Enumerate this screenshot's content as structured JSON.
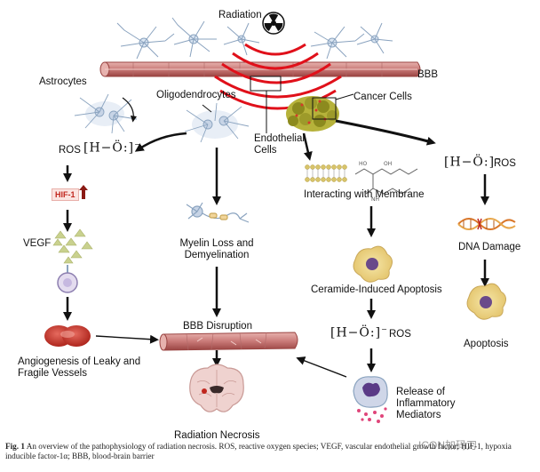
{
  "labels": {
    "radiation": "Radiation",
    "bbb": "BBB",
    "astrocytes": "Astrocytes",
    "oligodendrocytes": "Oligodendrocytes",
    "cancer_cells": "Cancer Cells",
    "endothelial_cells": "Endothelial Cells",
    "ros_left": "ROS",
    "hif1": "HIF-1",
    "vegf": "VEGF",
    "angiogenesis": "Angiogenesis of Leaky and Fragile Vessels",
    "myelin_loss": "Myelin Loss and Demyelination",
    "interacting_membrane": "Interacting with Membrane",
    "ceramide_apoptosis": "Ceramide-Induced Apoptosis",
    "ros_mid": "ROS",
    "release_mediators": "Release of Inflammatory Mediators",
    "ros_right": "ROS",
    "dna_damage": "DNA Damage",
    "apoptosis": "Apoptosis",
    "bbb_disruption": "BBB Disruption",
    "radiation_necrosis": "Radiation Necrosis"
  },
  "formula": {
    "text": "[H−Ö:]",
    "charge": "−"
  },
  "caption": {
    "fig": "Fig. 1",
    "text": "An overview of the pathophysiology of radiation necrosis. ROS, reactive oxygen species; VEGF, vascular endothelial growth factor; HIF-1, hypoxia inducible factor-1α; BBB, blood-brain barrier"
  },
  "watermark": "ICON加码刀",
  "colors": {
    "vessel": "#c97a78",
    "vessel_dark": "#9a4442",
    "radiation_wave": "#e0101a",
    "arrow": "#111111",
    "cancer": "#8c8a1e",
    "neuron": "#8aa3bf"
  }
}
